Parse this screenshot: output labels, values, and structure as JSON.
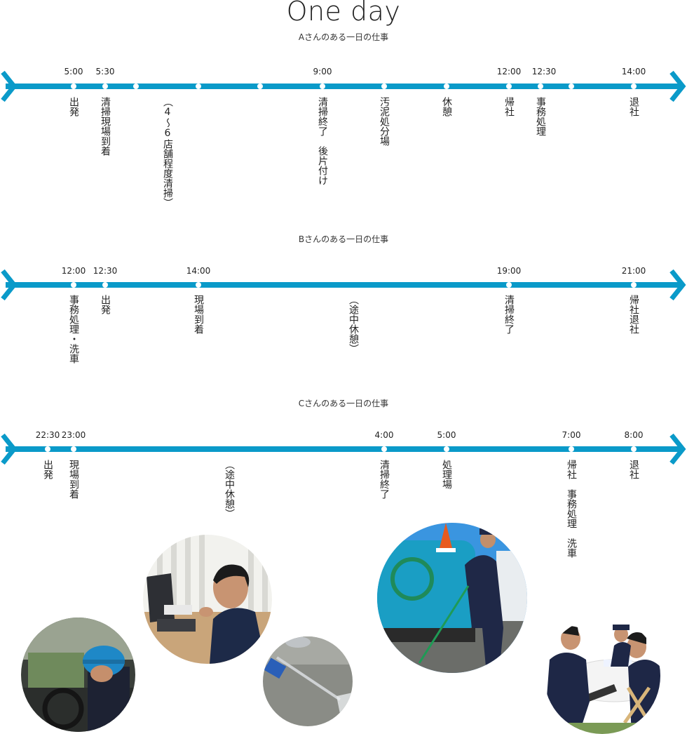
{
  "title": "One day",
  "colors": {
    "line": "#0a9ac9",
    "dot": "#ffffff",
    "text": "#222222"
  },
  "timelines": [
    {
      "subtitle": "Aさんのある一日の仕事",
      "times": [
        "5:00",
        "5:30",
        "9:00",
        "12:00",
        "12:30",
        "14:00"
      ],
      "labels": [
        "出発",
        "清掃現場到着",
        "（4～6店舗程度清掃）",
        "清掃終了　後片付け",
        "汚泥処分場",
        "休憩",
        "帰社",
        "事務処理",
        "退社"
      ]
    },
    {
      "subtitle": "Bさんのある一日の仕事",
      "times": [
        "12:00",
        "12:30",
        "14:00",
        "19:00",
        "21:00"
      ],
      "labels": [
        "事務処理・洗車",
        "出発",
        "現場到着",
        "（途中休憩）",
        "清掃終了",
        "帰社退社"
      ]
    },
    {
      "subtitle": "Cさんのある一日の仕事",
      "times": [
        "22:30",
        "23:00",
        "4:00",
        "5:00",
        "7:00",
        "8:00"
      ],
      "labels": [
        "出発",
        "現場到着",
        "（途中休憩）",
        "清掃終了",
        "処理場",
        "帰社　事務処理　洗車",
        "退社"
      ]
    }
  ],
  "photos": [
    "driver-photo",
    "office-worker-photo",
    "pressure-washer-photo",
    "vacuum-truck-worker-photo",
    "meeting-photo"
  ]
}
